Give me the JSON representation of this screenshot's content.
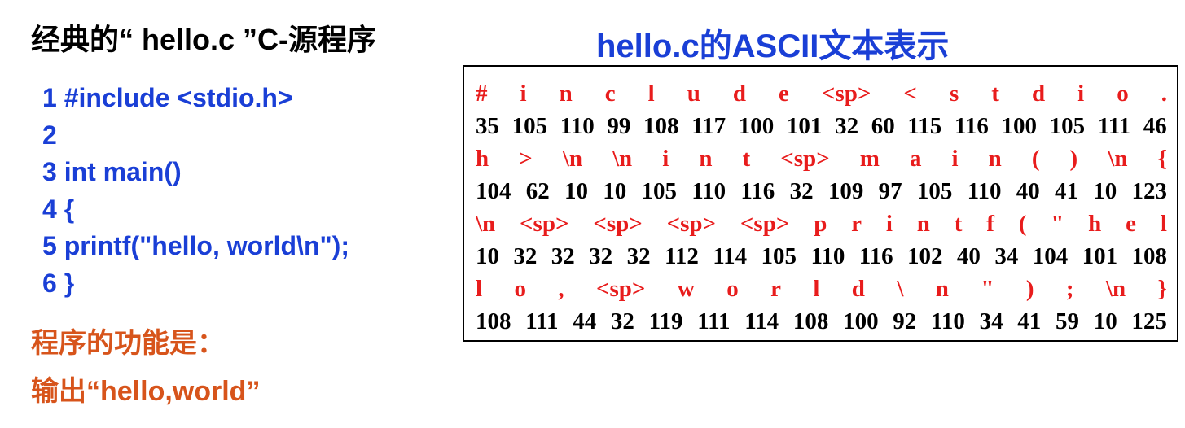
{
  "title_left": "经典的“ hello.c ”C-源程序",
  "title_right": "hello.c的ASCII文本表示",
  "code_lines": [
    "1 #include <stdio.h>",
    "2",
    "3 int main()",
    "4 {",
    "5 printf(\"hello, world\\n\");",
    "6 }"
  ],
  "function_label": "程序的功能是：",
  "function_text": "输出“hello,world”",
  "colors": {
    "code_blue": "#1a3fd6",
    "char_red": "#e81c1c",
    "desc_orange": "#d7541b",
    "code_black": "#000000"
  },
  "ascii_rows": [
    {
      "chars": [
        "#",
        "i",
        "n",
        "c",
        "l",
        "u",
        "d",
        "e",
        "<sp>",
        "<",
        "s",
        "t",
        "d",
        "i",
        "o",
        "."
      ],
      "codes": [
        "35",
        "105",
        "110",
        "99",
        "108",
        "117",
        "100",
        "101",
        "32",
        "60",
        "115",
        "116",
        "100",
        "105",
        "111",
        "46"
      ]
    },
    {
      "chars": [
        "h",
        ">",
        "\\n",
        "\\n",
        "i",
        "n",
        "t",
        "<sp>",
        "m",
        "a",
        "i",
        "n",
        "(",
        ")",
        "\\n",
        "{"
      ],
      "codes": [
        "104",
        "62",
        "10",
        "10",
        "105",
        "110",
        "116",
        "32",
        "109",
        "97",
        "105",
        "110",
        "40",
        "41",
        "10",
        "123"
      ]
    },
    {
      "chars": [
        "\\n",
        "<sp>",
        "<sp>",
        "<sp>",
        "<sp>",
        "p",
        "r",
        "i",
        "n",
        "t",
        "f",
        "(",
        "\"",
        "h",
        "e",
        "l"
      ],
      "codes": [
        "10",
        "32",
        "32",
        "32",
        "32",
        "112",
        "114",
        "105",
        "110",
        "116",
        "102",
        "40",
        "34",
        "104",
        "101",
        "108"
      ]
    },
    {
      "chars": [
        "l",
        "o",
        ",",
        "<sp>",
        "w",
        "o",
        "r",
        "l",
        "d",
        "\\",
        "n",
        "\"",
        ")",
        ";",
        "\\n",
        "}"
      ],
      "codes": [
        "108",
        "111",
        "44",
        "32",
        "119",
        "111",
        "114",
        "108",
        "100",
        "92",
        "110",
        "34",
        "41",
        "59",
        "10",
        "125"
      ]
    }
  ]
}
